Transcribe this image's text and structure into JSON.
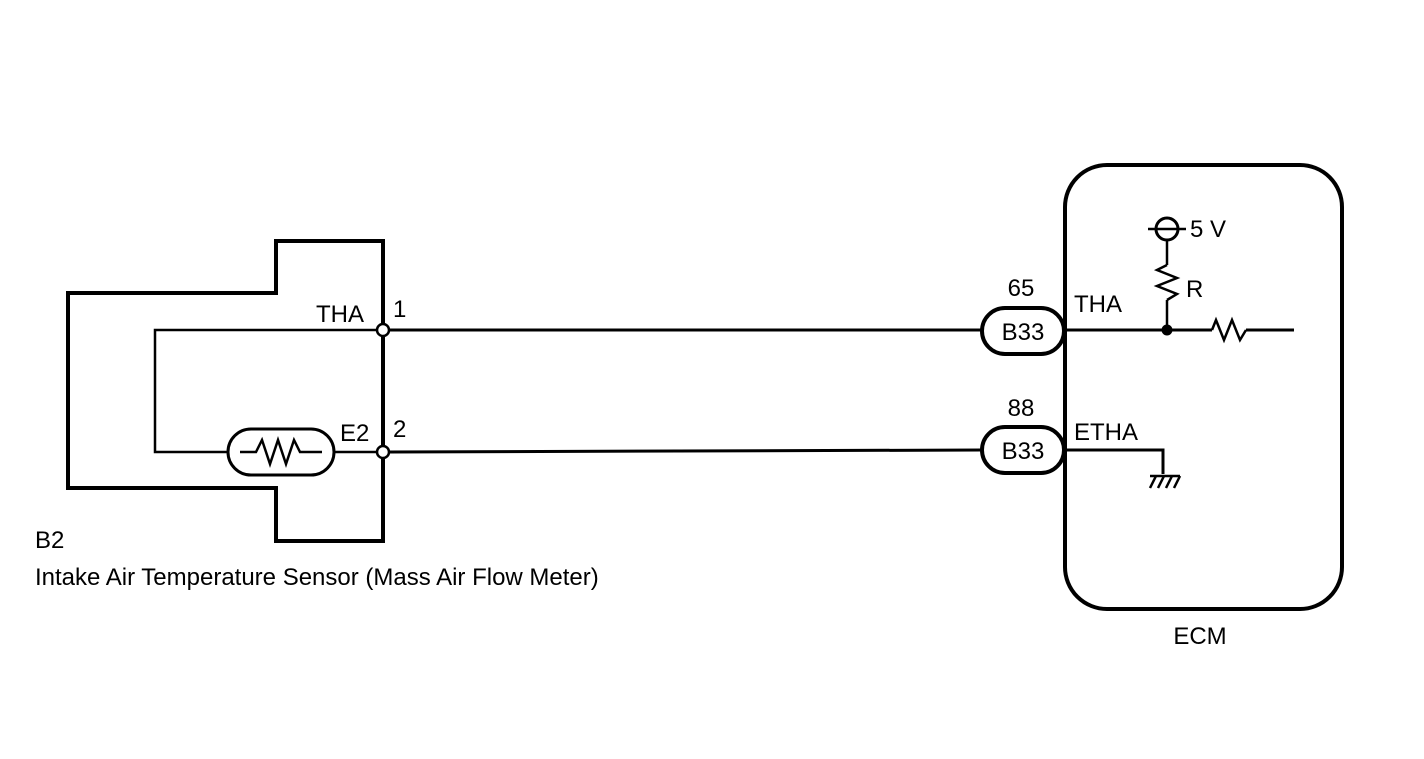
{
  "sensor": {
    "id": "B2",
    "name": "Intake Air Temperature Sensor (Mass Air Flow Meter)",
    "pins": [
      {
        "number": "1",
        "name": "THA"
      },
      {
        "number": "2",
        "name": "E2"
      }
    ]
  },
  "connectors": [
    {
      "pin": "65",
      "code": "B33",
      "signal": "THA"
    },
    {
      "pin": "88",
      "code": "B33",
      "signal": "ETHA"
    }
  ],
  "ecm": {
    "name": "ECM",
    "supply": "5 V",
    "resistor": "R"
  }
}
